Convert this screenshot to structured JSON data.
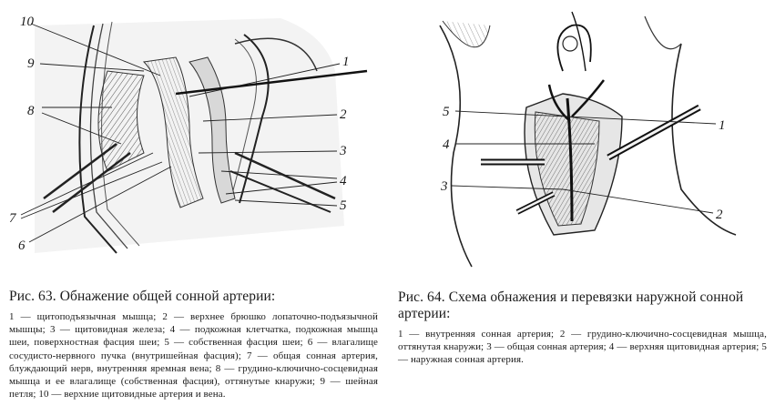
{
  "figure63": {
    "labels": [
      "10",
      "9",
      "1",
      "8",
      "2",
      "3",
      "4",
      "5",
      "7",
      "6"
    ],
    "title": "Рис. 63. Обнажение общей сонной артерии:",
    "legend": "1 — щитоподъязычная мышца; 2 — верхнее брюшко лопаточно-подъязычной мышцы; 3 — щитовидная железа; 4 — подкожная клетчатка, подкожная мышца шеи, поверхностная фасция шеи; 5 — собственная фасция шеи; 6 — влагалище сосудисто-нервного пучка (внутришейная фасция); 7 — общая сонная артерия, блуждающий нерв, внутренняя яремная вена; 8 — грудино-ключично-сосцевидная мышца и ее влагалище (собственная фасция), оттянутые кнаружи; 9 — шейная петля; 10 — верхние щитовидные артерия и вена."
  },
  "figure64": {
    "labels": [
      "5",
      "1",
      "4",
      "3",
      "2"
    ],
    "title": "Рис. 64. Схема обнажения и перевязки наружной сонной артерии:",
    "legend": "1 — внутренняя сонная артерия; 2 — грудино-ключично-сосцевидная мышца, оттянутая кнаружи; 3 — общая сонная артерия; 4 — верхняя щитовидная артерия; 5 — наружная сонная артерия."
  }
}
